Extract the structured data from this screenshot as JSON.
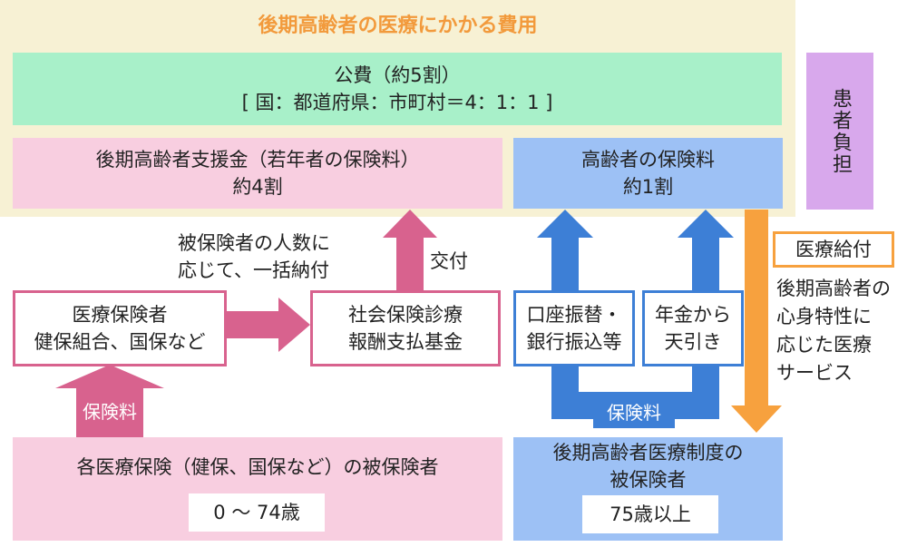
{
  "header": {
    "title": "後期高齢者の医療にかかる費用"
  },
  "public_funding": {
    "line1": "公費（約5割）",
    "line2": "[ 国：都道府県：市町村＝4：1：1 ]"
  },
  "patient_burden": {
    "label": "患者負担"
  },
  "support_fund": {
    "line1": "後期高齢者支援金（若年者の保険料）",
    "line2": "約4割"
  },
  "elderly_premium": {
    "line1": "高齢者の保険料",
    "line2": "約1割"
  },
  "bulk_payment_note": {
    "line1": "被保険者の人数に",
    "line2": "応じて、一括納付"
  },
  "grant_label": "交付",
  "insurers": {
    "line1": "医療保険者",
    "line2": "健保組合、国保など"
  },
  "payment_fund": {
    "line1": "社会保険診療",
    "line2": "報酬支払基金"
  },
  "bank_transfer": {
    "line1": "口座振替・",
    "line2": "銀行振込等"
  },
  "pension_deduction": {
    "line1": "年金から",
    "line2": "天引き"
  },
  "premium_tag_left": "保険料",
  "premium_tag_right": "保険料",
  "medical_benefit": {
    "label": "医療給付",
    "description": [
      "後期高齢者の",
      "心身特性に",
      "応じた医療",
      "サービス"
    ]
  },
  "insured_young": {
    "label": "各医療保険（健保、国保など）の被保険者",
    "age": "0 ～ 74歳"
  },
  "insured_elderly": {
    "line1": "後期高齢者医療制度の",
    "line2": "被保険者",
    "age": "75歳以上"
  },
  "colors": {
    "beige": "#f7f1d4",
    "mint": "#a8f0c9",
    "pink": "#f8cee0",
    "blue": "#9dc1f5",
    "purple": "#d8a8ec",
    "orange": "#f7a13e",
    "magenta": "#d8628e",
    "arrow_blue": "#3d7fd6"
  }
}
